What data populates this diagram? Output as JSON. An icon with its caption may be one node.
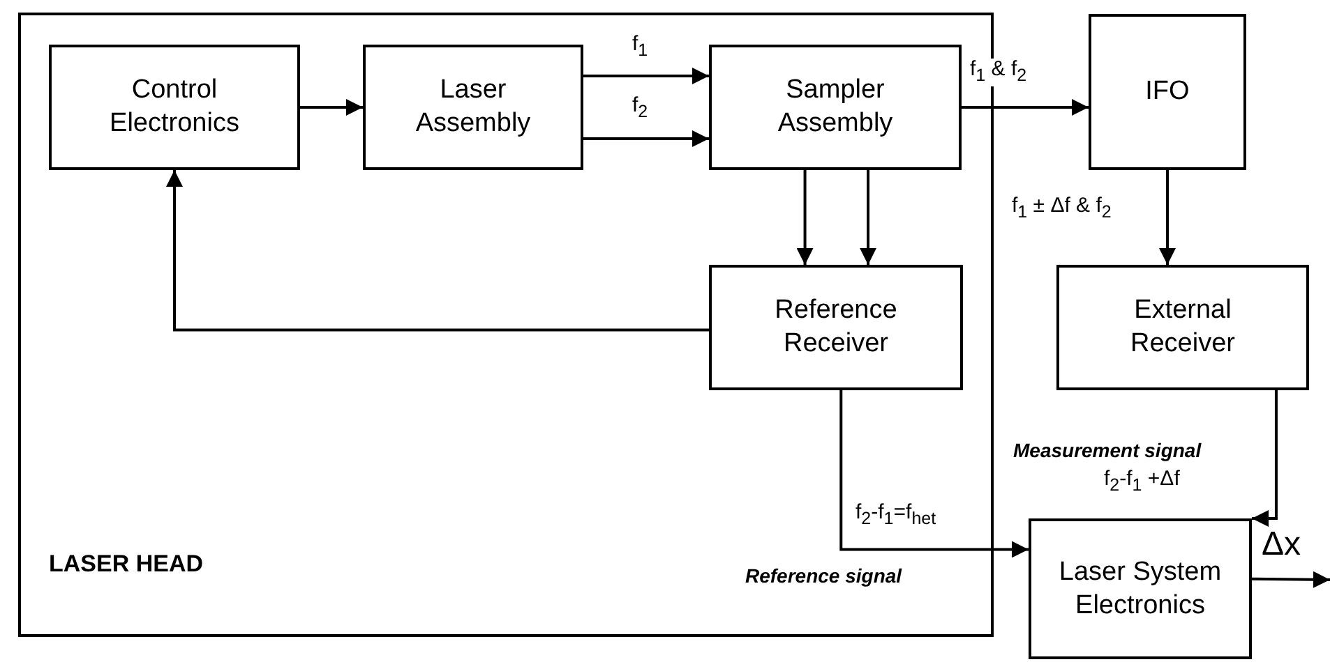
{
  "diagram": {
    "nodes": [
      {
        "text": [
          "LASER HEAD"
        ]
      },
      {
        "text": [
          "Control Electronics"
        ],
        "in": 0
      },
      {
        "text": [
          "Laser Assembly"
        ],
        "in": 0
      },
      {
        "text": [
          "Sampler Assembly"
        ],
        "in": 0
      },
      {
        "text": [
          "IFO"
        ]
      },
      {
        "text": [
          "Reference Receiver"
        ],
        "in": 0
      },
      {
        "text": [
          "External Receiver"
        ]
      },
      {
        "text": [
          "Laser System Electronics"
        ]
      }
    ],
    "edges": [
      {
        "from": 1,
        "to": 2,
        "arrow": "to"
      },
      {
        "from": 2,
        "to": 3,
        "arrow": "to",
        "label": "f$_{1}$"
      },
      {
        "from": 2,
        "to": 3,
        "arrow": "to",
        "label": "f$_{2}$"
      },
      {
        "from": 3,
        "to": 4,
        "arrow": "to",
        "label": "f$_{1}$ & f$_{2}$"
      },
      {
        "from": 3,
        "to": 5,
        "arrow": "to"
      },
      {
        "from": 3,
        "to": 5,
        "arrow": "to"
      },
      {
        "from": 5,
        "to": 1,
        "arrow": "to"
      },
      {
        "from": 4,
        "to": 6,
        "arrow": "to",
        "label": "f$_{1}$ ± Δf & f$_{2}$"
      },
      {
        "from": 5,
        "to": 7,
        "arrow": "to",
        "label": "f$_{2}$-f$_{1}$=f$_{het}$"
      },
      {
        "from": 6,
        "to": 7,
        "arrow": "to",
        "label": "f$_{2}$-f$_{1}$ +Δf"
      },
      {
        "from": 7,
        "to": null,
        "arrow": "to",
        "label": "Δx"
      }
    ],
    "labels": [
      "Measurement signal",
      "Reference signal"
    ]
  }
}
